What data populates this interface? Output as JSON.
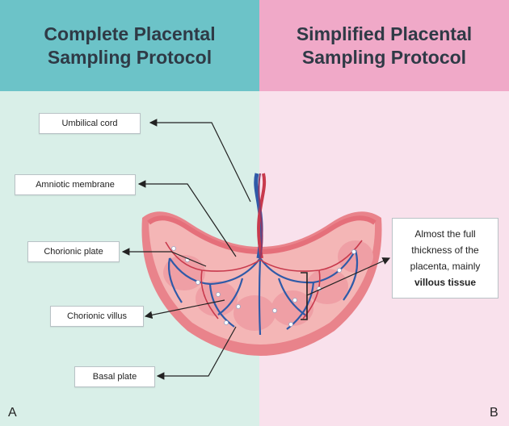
{
  "headers": {
    "left": {
      "line1": "Complete Placental",
      "line2": "Sampling Protocol"
    },
    "right": {
      "line1": "Simplified Placental",
      "line2": "Sampling Protocol"
    }
  },
  "labels": {
    "umbilical_cord": "Umbilical cord",
    "amniotic_membrane": "Amniotic membrane",
    "chorionic_plate": "Chorionic plate",
    "chorionic_villus": "Chorionic villus",
    "basal_plate": "Basal plate"
  },
  "note": {
    "line1": "Almost the full",
    "line2": "thickness of the",
    "line3": "placenta, mainly",
    "bold": "villous tissue"
  },
  "corners": {
    "left": "A",
    "right": "B"
  },
  "colors": {
    "left_header": "#6cc3c8",
    "left_panel": "#d9efe8",
    "right_header": "#f0a9c8",
    "right_panel": "#f9e1ec",
    "artery": "#2f5aa8",
    "vein": "#c83a4d",
    "tissue": "#f2a3a8"
  }
}
